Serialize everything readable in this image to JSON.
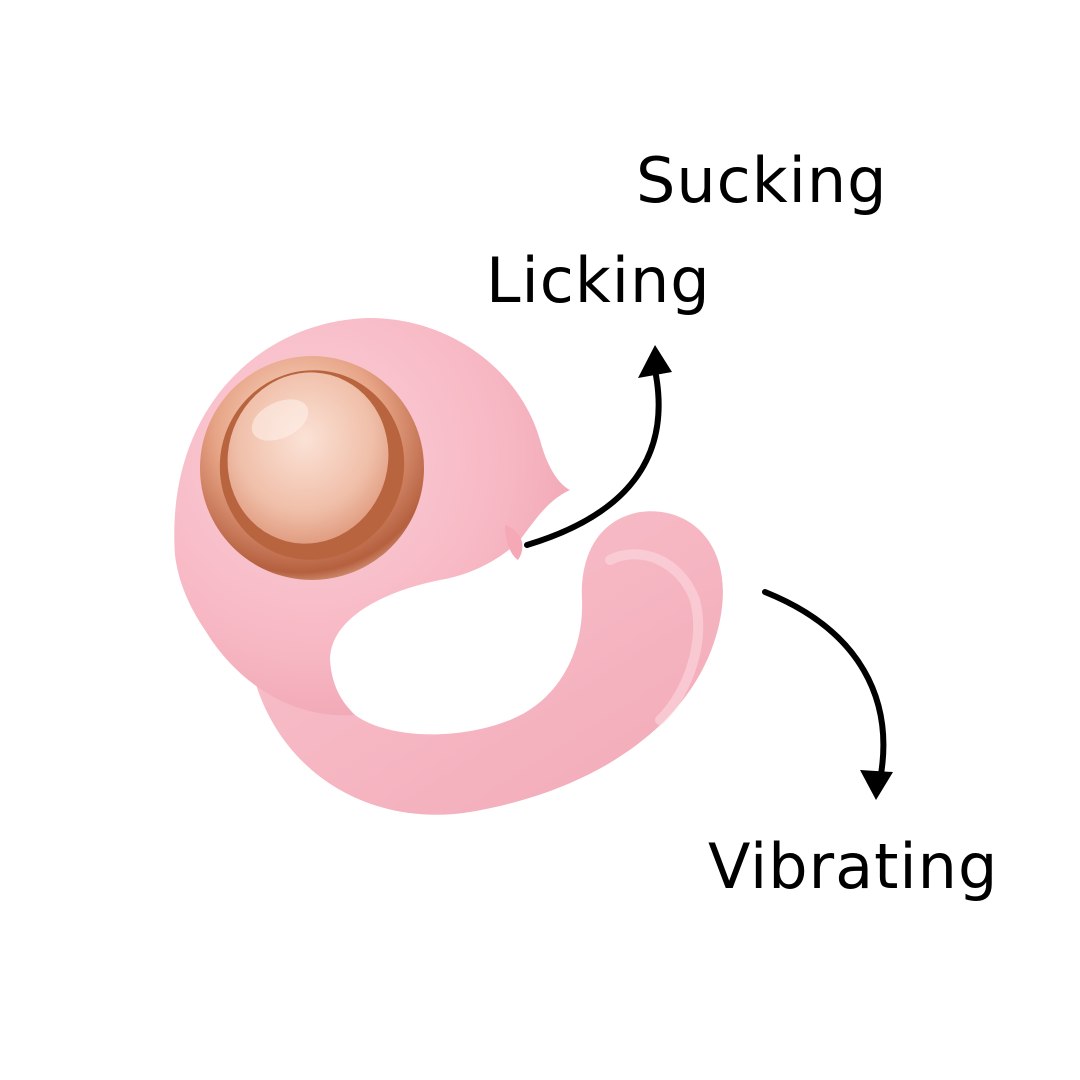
{
  "labels": {
    "sucking": "Sucking",
    "licking": "Licking",
    "vibrating": "Vibrating"
  },
  "colors": {
    "body_pink": "#f7b8c4",
    "body_shadow": "#ee9fae",
    "body_highlight": "#fbd0d8",
    "rose_gold": "#c9785a",
    "rose_gold_light": "#f3c7b0",
    "text": "#000000",
    "background": "#ffffff"
  }
}
